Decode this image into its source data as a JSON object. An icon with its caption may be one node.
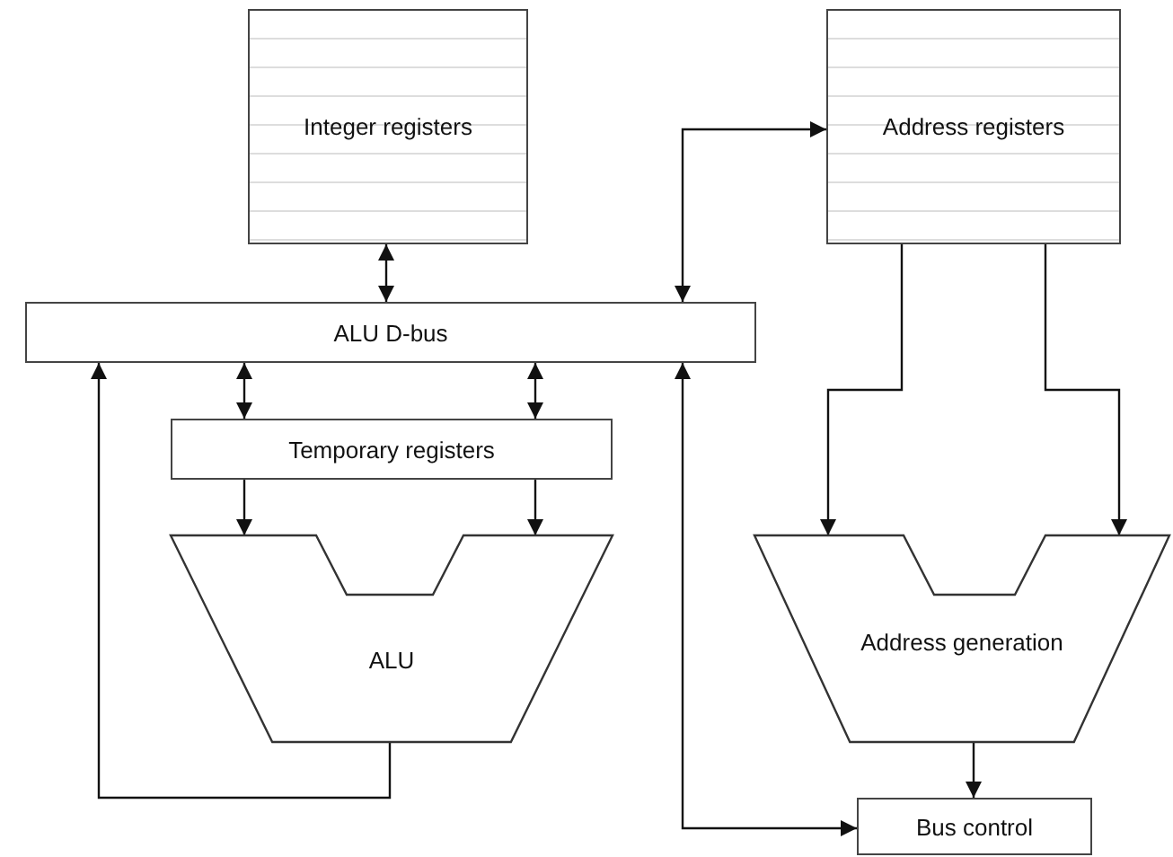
{
  "diagram": {
    "nodes": [
      {
        "text": [
          "Integer registers"
        ]
      },
      {
        "text": [
          "Address registers"
        ]
      },
      {
        "text": [
          "ALU D-bus"
        ]
      },
      {
        "text": [
          "Temporary registers"
        ]
      },
      {
        "text": [
          "ALU"
        ]
      },
      {
        "text": [
          "Address generation"
        ]
      },
      {
        "text": [
          "Bus control"
        ]
      }
    ],
    "edges": [
      {
        "from": 0,
        "to": 2,
        "arrow": "both"
      },
      {
        "from": 2,
        "to": 1,
        "arrow": "both"
      },
      {
        "from": 2,
        "to": 3,
        "arrow": "both"
      },
      {
        "from": 2,
        "to": 3,
        "arrow": "both"
      },
      {
        "from": 3,
        "to": 4,
        "arrow": "to"
      },
      {
        "from": 3,
        "to": 4,
        "arrow": "to"
      },
      {
        "from": 4,
        "to": 2,
        "arrow": "to"
      },
      {
        "from": 1,
        "to": 5,
        "arrow": "to"
      },
      {
        "from": 1,
        "to": 5,
        "arrow": "to"
      },
      {
        "from": 5,
        "to": 6,
        "arrow": "to"
      },
      {
        "from": 2,
        "to": 6,
        "arrow": "both"
      }
    ]
  }
}
